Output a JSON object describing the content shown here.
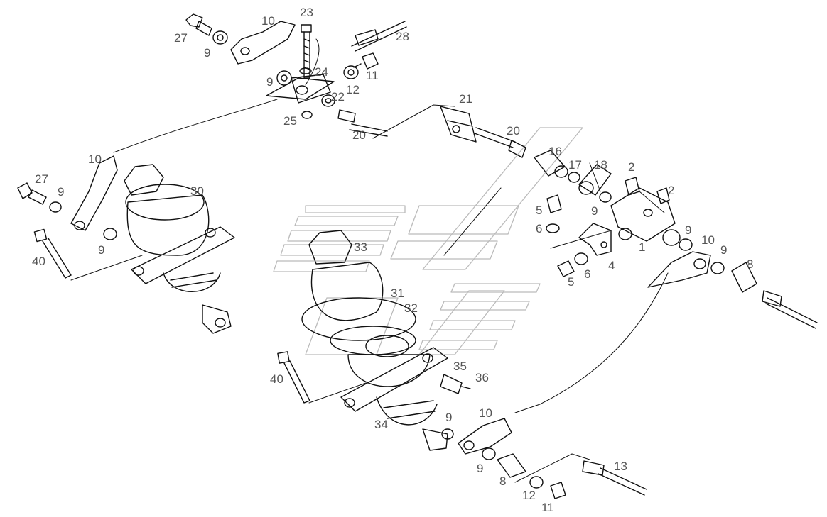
{
  "labels": {
    "l23": "23",
    "l10a": "10",
    "l27a": "27",
    "l9a": "9",
    "l28": "28",
    "l11a": "11",
    "l24": "24",
    "l9b": "9",
    "l12a": "12",
    "l22": "22",
    "l25": "25",
    "l20a": "20",
    "l21": "21",
    "l20b": "20",
    "l16": "16",
    "l17": "17",
    "l18": "18",
    "l2a": "2",
    "l2b": "2",
    "l10b": "10",
    "l27b": "27",
    "l9c": "9",
    "l30": "30",
    "l9d": "9",
    "l40a": "40",
    "l5a": "5",
    "l6a": "6",
    "l9e": "9",
    "l9f": "9",
    "l10c": "10",
    "l9g": "9",
    "l1": "1",
    "l4": "4",
    "l6b": "6",
    "l5b": "5",
    "l8a": "8",
    "l33": "33",
    "l31": "31",
    "l32": "32",
    "l35": "35",
    "l36": "36",
    "l40b": "40",
    "l34": "34",
    "l9h": "9",
    "l10d": "10",
    "l9i": "9",
    "l8b": "8",
    "l13": "13",
    "l12b": "12",
    "l11b": "11"
  },
  "colors": {
    "line": "#111111",
    "label": "#555555",
    "watermark": "#bbbbbb"
  }
}
